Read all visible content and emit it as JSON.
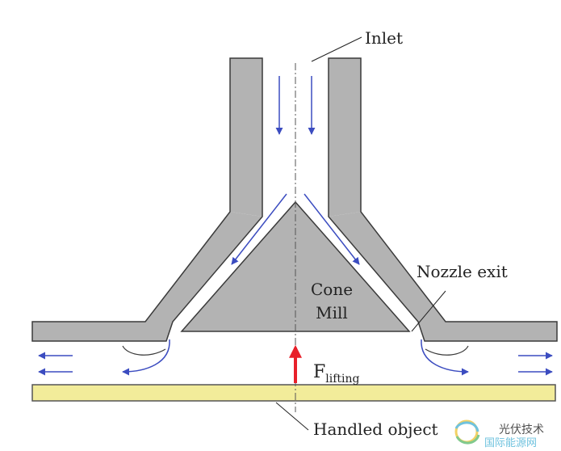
{
  "labels": {
    "inlet": "Inlet",
    "nozzle_exit": "Nozzle exit",
    "cone_line1": "Cone",
    "cone_line2": "Mill",
    "force_main": "F",
    "force_sub": "lifting",
    "handled_object": "Handled object"
  },
  "watermark": {
    "line1": "光伏技术",
    "line2": "国际能源网",
    "icon": "swirl-logo-icon"
  },
  "colors": {
    "body_fill": "#b3b3b3",
    "body_stroke": "#3a3a3a",
    "flow_arrow": "#3b4cc0",
    "force_arrow": "#e8202a",
    "object_fill": "#f2ec9a",
    "object_stroke": "#555555",
    "centerline": "#555555",
    "watermark": "#56b8d9"
  }
}
